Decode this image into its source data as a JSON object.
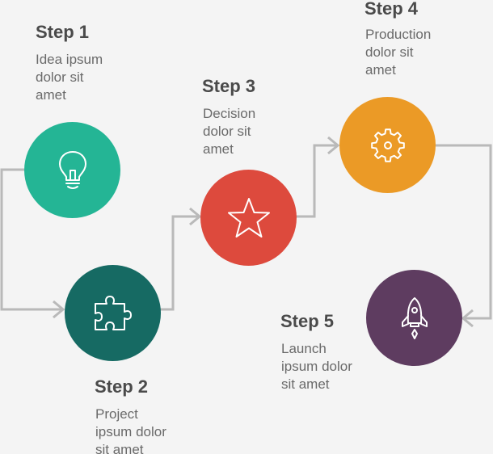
{
  "steps": [
    {
      "title": "Step 1",
      "description": "Idea ipsum\ndolor sit\namet",
      "color": "#24b595",
      "icon": "lightbulb-icon"
    },
    {
      "title": "Step 2",
      "description": "Project\nipsum dolor\nsit amet",
      "color": "#166a63",
      "icon": "puzzle-icon"
    },
    {
      "title": "Step 3",
      "description": "Decision\ndolor sit\namet",
      "color": "#dd4a3d",
      "icon": "star-icon"
    },
    {
      "title": "Step 4",
      "description": "Production\ndolor sit\namet",
      "color": "#eb9a26",
      "icon": "gear-icon"
    },
    {
      "title": "Step 5",
      "description": "Launch\nipsum dolor\nsit amet",
      "color": "#5e3c60",
      "icon": "rocket-icon"
    }
  ],
  "connector_color": "#b9b9b9"
}
